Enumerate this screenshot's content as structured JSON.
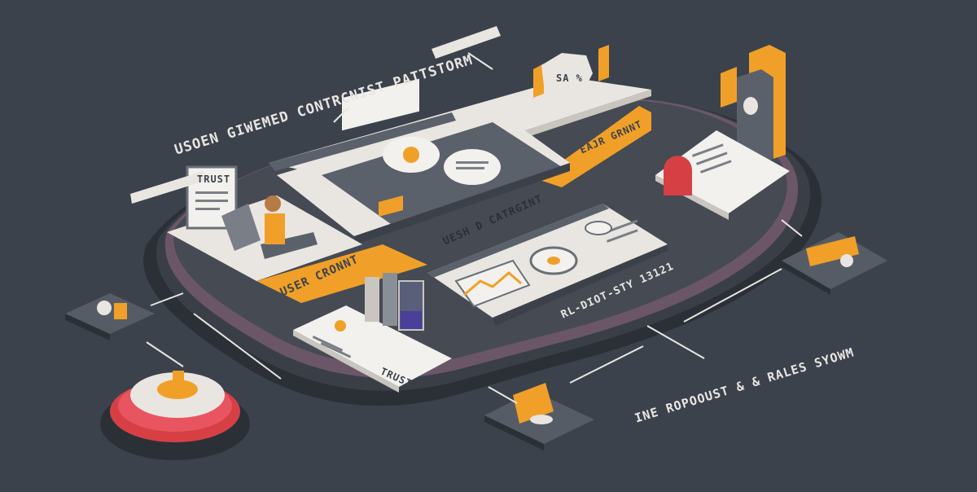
{
  "labels": {
    "headline": "USOEN GIWEMED CONTRCNIST PATTSTORM",
    "trust_board": "TRUST",
    "trust_card": "TRUST",
    "user_content": "USER CRONNT",
    "ear_grant": "EAJR GRNNT",
    "badge": "SA %",
    "center": "UESH D CATRGINT",
    "code": "RL-DIOT-STY 13121",
    "bottom_right": "INE ROPOOUST & & RALES SYOWM"
  },
  "colors": {
    "background": "#3b424c",
    "accent": "#f0a028",
    "panel": "#e9e6e1",
    "dark_panel": "#5b616b",
    "purple": "#6b5667",
    "red": "#d64045"
  }
}
